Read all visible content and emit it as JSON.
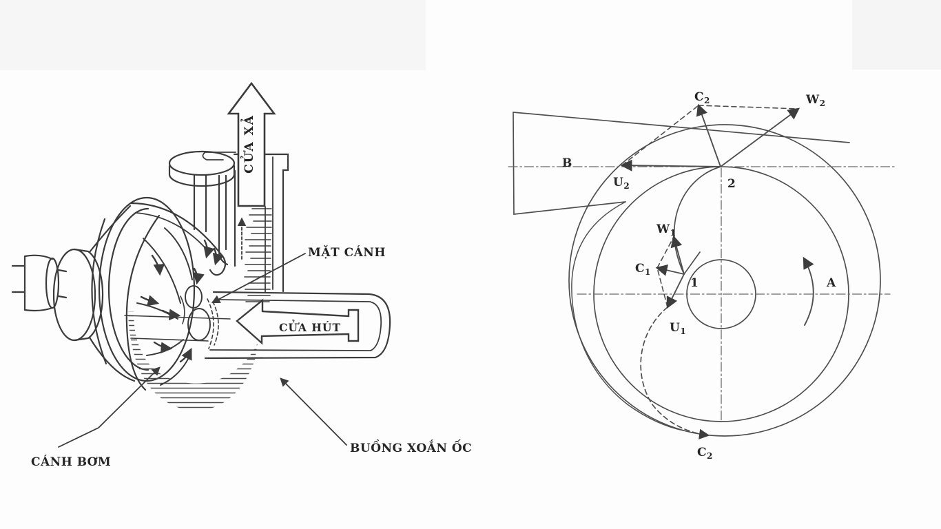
{
  "figure": {
    "description_left": "centrifugal pump cutaway",
    "description_right": "impeller velocity triangles"
  },
  "left_diagram": {
    "labels": {
      "discharge": "CỬA XẢ",
      "blade_face": "MẶT CÁNH",
      "suction": "CỬA HÚT",
      "impeller_blade": "CÁNH BƠM",
      "volute_chamber": "BUỒNG XOẮN ỐC"
    }
  },
  "right_diagram": {
    "labels": {
      "c2_top": {
        "main": "C",
        "sub": "2"
      },
      "w2": {
        "main": "W",
        "sub": "2"
      },
      "region_b": "B",
      "u2": {
        "main": "U",
        "sub": "2"
      },
      "point_2": "2",
      "w1": {
        "main": "W",
        "sub": "1"
      },
      "c1": {
        "main": "C",
        "sub": "1"
      },
      "point_1": "1",
      "u1": {
        "main": "U",
        "sub": "1"
      },
      "region_a": "A",
      "c2_bottom": {
        "main": "C",
        "sub": "2"
      }
    }
  },
  "colors": {
    "ink": "#3b3b3b",
    "line": "#4f4f4f",
    "background": "#fdfdfd",
    "scan_band": "#f6f6f6"
  }
}
